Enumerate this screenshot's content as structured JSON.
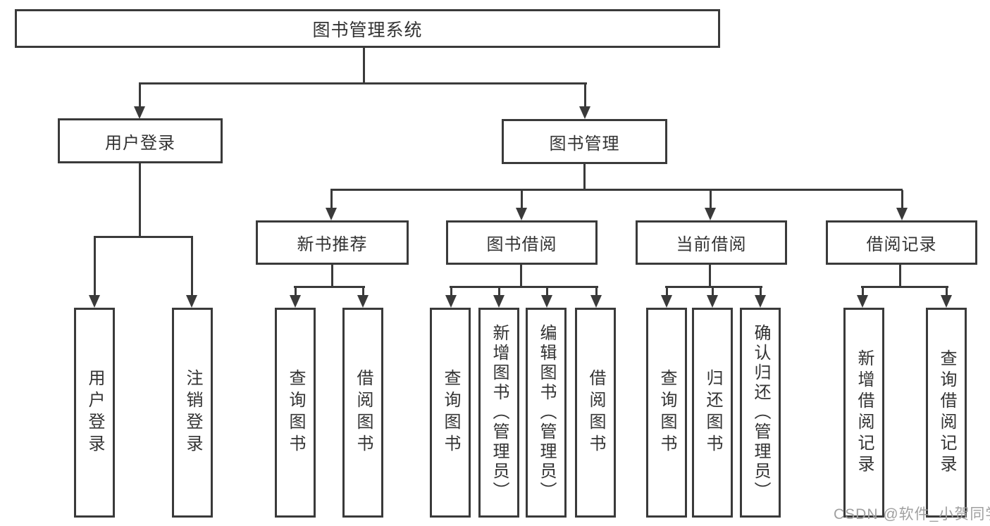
{
  "tree": {
    "root": {
      "label": "图书管理系统"
    },
    "branches": [
      {
        "label": "用户登录",
        "leaves": [
          {
            "label": "用户登录"
          },
          {
            "label": "注销登录"
          }
        ]
      },
      {
        "label": "图书管理",
        "groups": [
          {
            "label": "新书推荐",
            "leaves": [
              {
                "label": "查询图书"
              },
              {
                "label": "借阅图书"
              }
            ]
          },
          {
            "label": "图书借阅",
            "leaves": [
              {
                "label": "查询图书"
              },
              {
                "label": "新增图书（管理员）"
              },
              {
                "label": "编辑图书（管理员）"
              },
              {
                "label": "借阅图书"
              }
            ]
          },
          {
            "label": "当前借阅",
            "leaves": [
              {
                "label": "查询图书"
              },
              {
                "label": "归还图书"
              },
              {
                "label": "确认归还（管理员）"
              }
            ]
          },
          {
            "label": "借阅记录",
            "leaves": [
              {
                "label": "新增借阅记录"
              },
              {
                "label": "查询借阅记录"
              }
            ]
          }
        ]
      }
    ]
  },
  "watermark": {
    "text": "CSDN @软件_小贺同学"
  },
  "colors": {
    "line": "#3a3a3a",
    "text": "#333333",
    "watermark": "#a0a0a0",
    "background": "#ffffff"
  }
}
